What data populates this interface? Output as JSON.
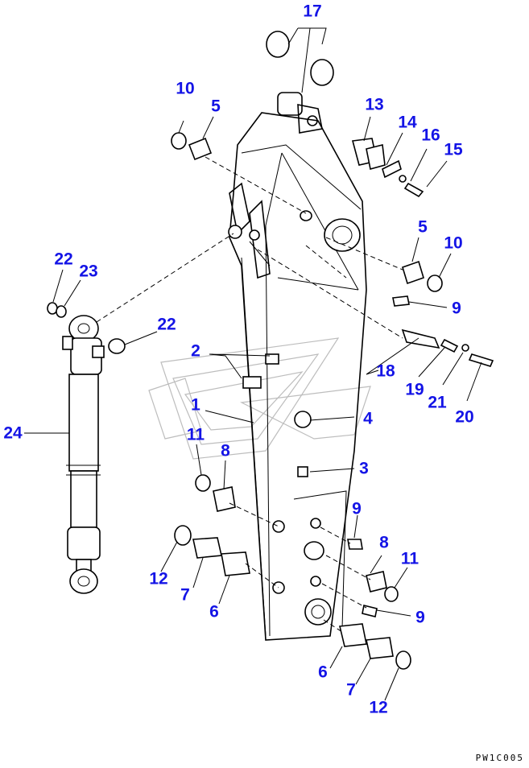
{
  "diagram": {
    "callout_color": "#1414e6",
    "document_code": "PW1C005",
    "callouts": [
      "17",
      "10",
      "5",
      "13",
      "14",
      "16",
      "15",
      "5",
      "10",
      "9",
      "22",
      "23",
      "22",
      "2",
      "18",
      "19",
      "21",
      "20",
      "1",
      "4",
      "24",
      "11",
      "8",
      "3",
      "9",
      "8",
      "11",
      "12",
      "7",
      "6",
      "9",
      "6",
      "7",
      "12"
    ]
  }
}
